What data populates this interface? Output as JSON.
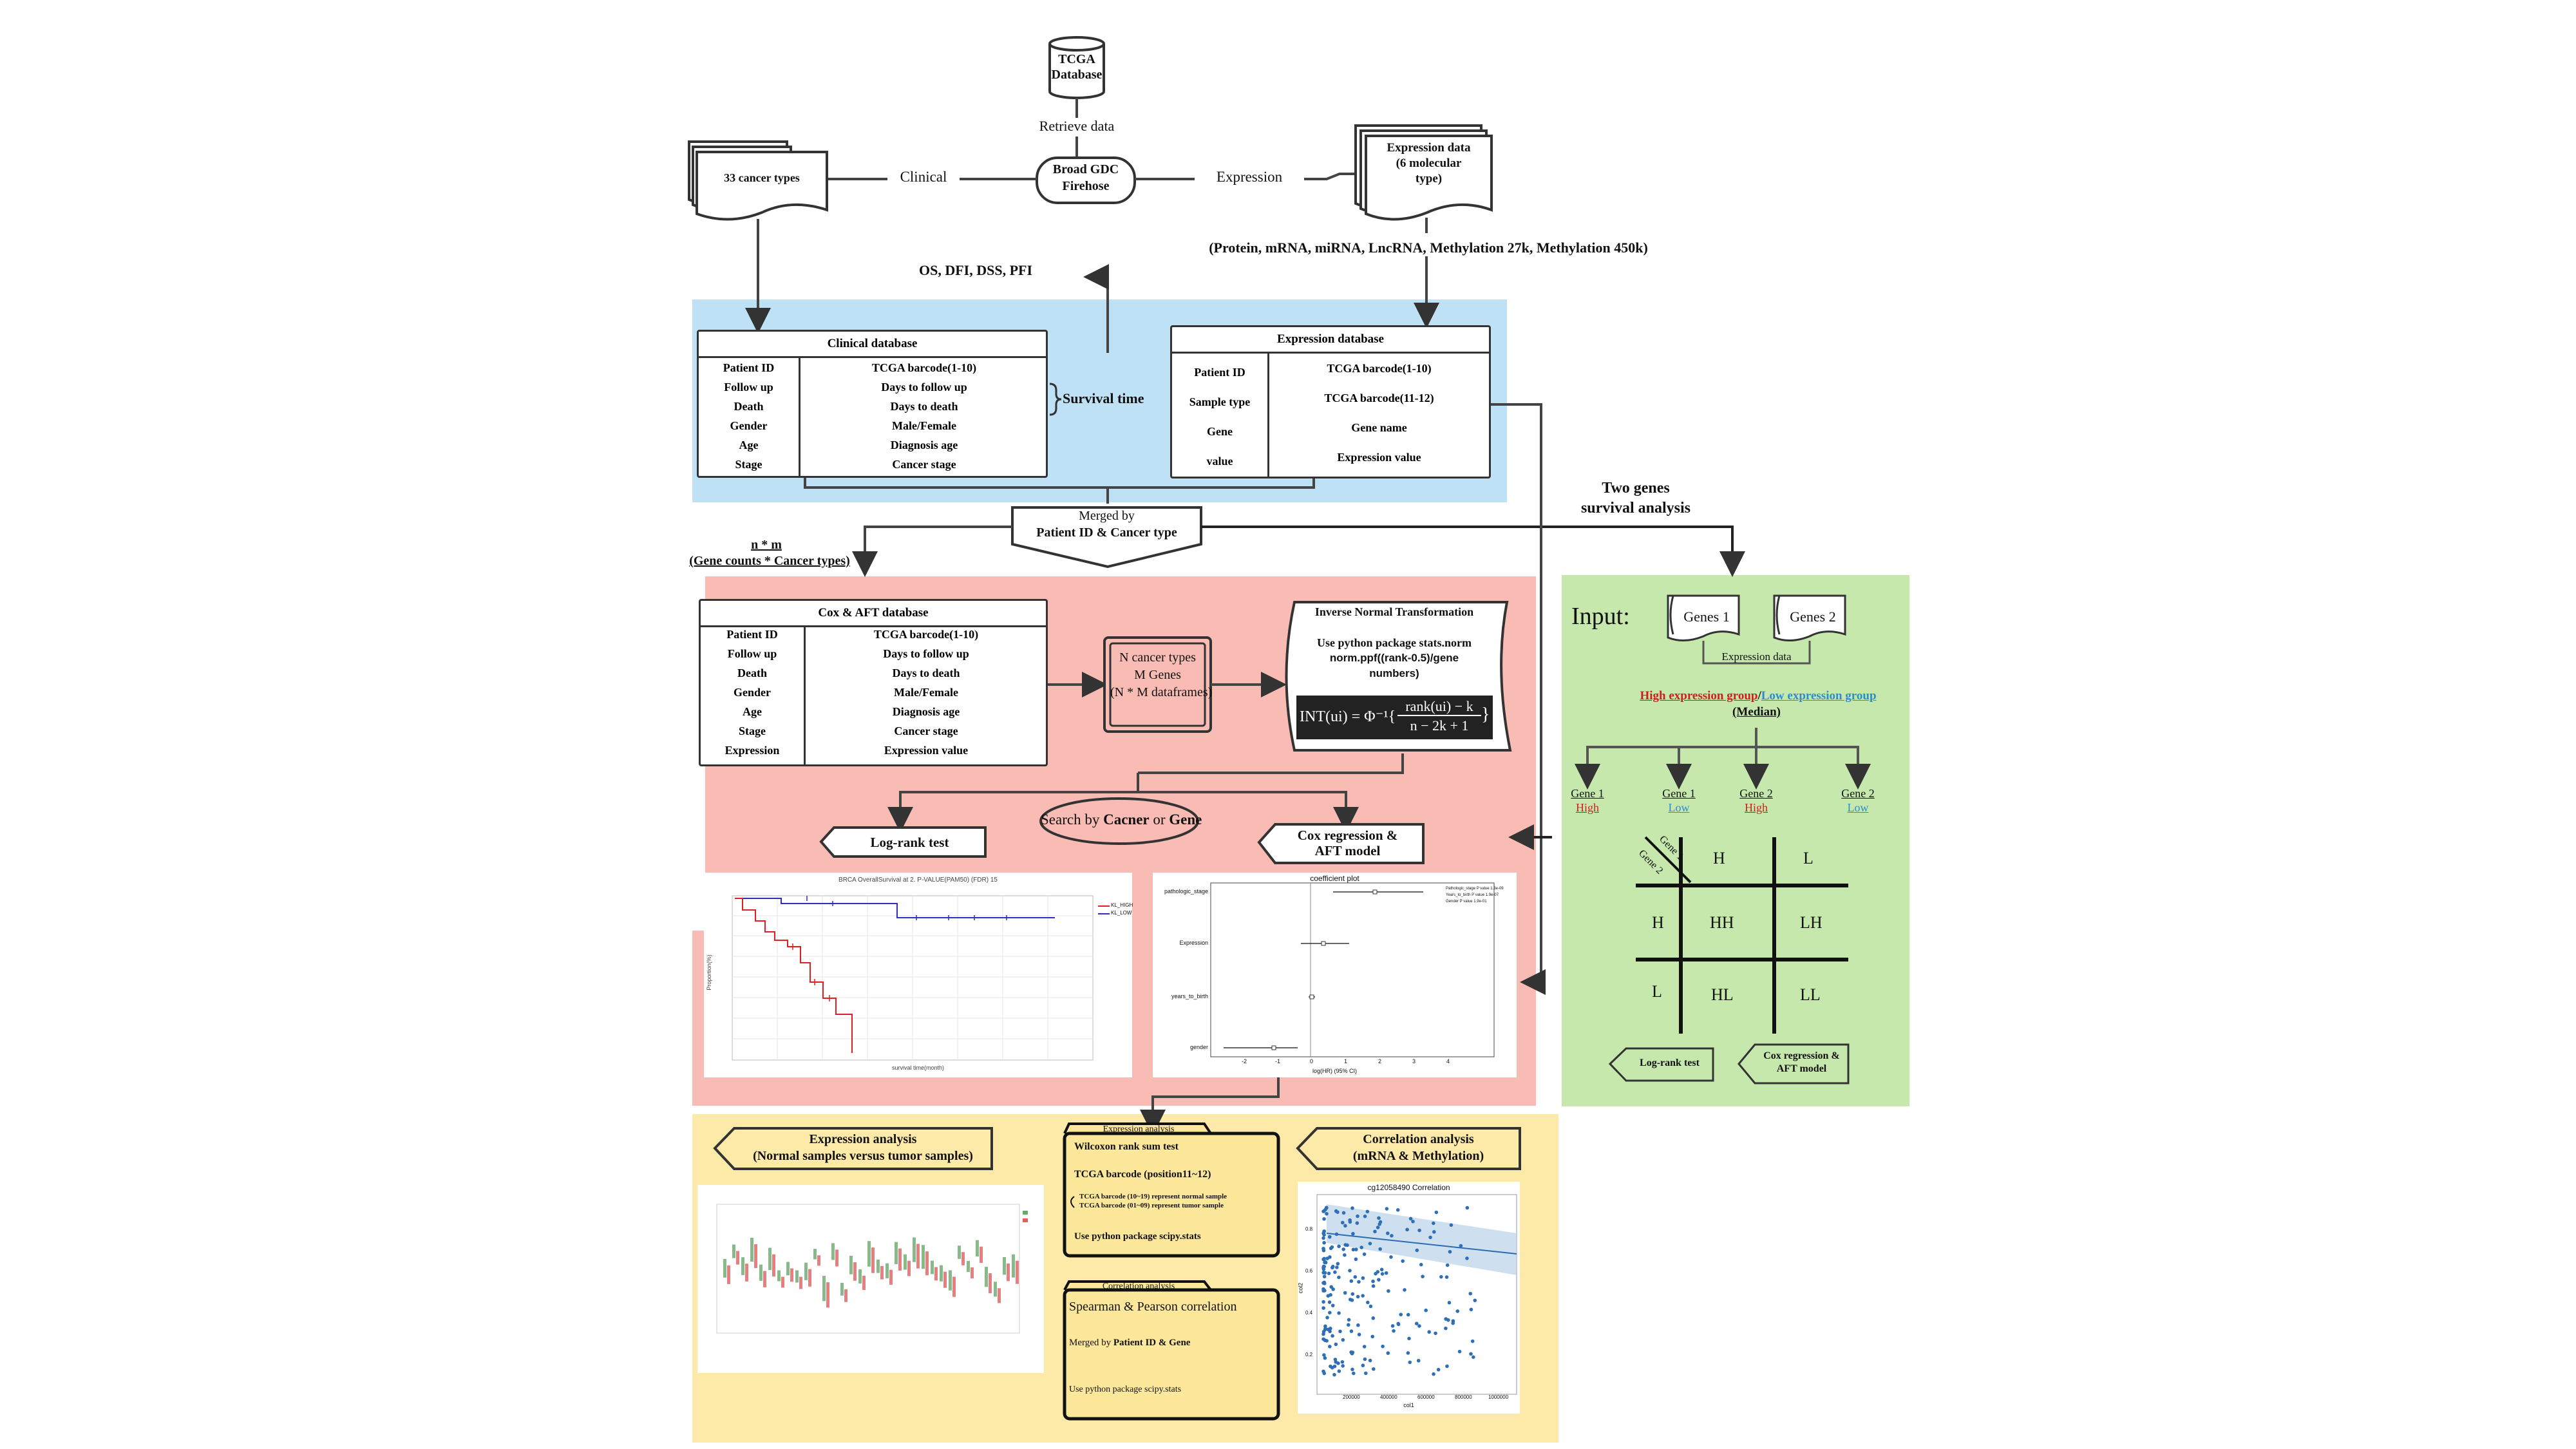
{
  "source": {
    "tcga": "TCGA\nDatabase",
    "retrieve_label": "Retrieve data",
    "firehose": "Broad GDC\nFirehose",
    "clinical_label": "Clinical",
    "expression_label": "Expression",
    "cancer_types": "33 cancer types",
    "expression_data": "Expression data\n(6 molecular\ntype)",
    "molecular_types": "(Protein, mRNA, miRNA, LncRNA, Methylation 27k, Methylation 450k)",
    "survival_endpoints": "OS, DFI, DSS, PFI"
  },
  "clinical_db": {
    "title": "Clinical database",
    "left": [
      "Patient ID",
      "Follow up",
      "Death",
      "Gender",
      "Age",
      "Stage"
    ],
    "right": [
      "TCGA barcode(1-10)",
      "Days to follow up",
      "Days to death",
      "Male/Female",
      "Diagnosis age",
      "Cancer stage"
    ],
    "survival_time": "Survival time"
  },
  "expression_db": {
    "title": "Expression database",
    "left": [
      "Patient ID",
      "Sample type",
      "Gene",
      "value"
    ],
    "right": [
      "TCGA barcode(1-10)",
      "TCGA barcode(11-12)",
      "Gene name",
      "Expression value"
    ]
  },
  "merge": {
    "label": "Merged by",
    "keys": "Patient ID & Cancer type",
    "nm": "n * m",
    "nm_desc": "(Gene counts * Cancer types)"
  },
  "cox_db": {
    "title": "Cox & AFT database",
    "left": [
      "Patient ID",
      "Follow up",
      "Death",
      "Gender",
      "Age",
      "Stage",
      "Expression"
    ],
    "right": [
      "TCGA barcode(1-10)",
      "Days to follow up",
      "Days to death",
      "Male/Female",
      "Diagnosis age",
      "Cancer stage",
      "Expression value"
    ]
  },
  "ncancer": {
    "l1": "N cancer types",
    "l2": "M Genes",
    "l3": "(N * M dataframes)"
  },
  "int_box": {
    "title": "Inverse Normal Transformation",
    "l1": "Use python package stats.norm",
    "l2": "norm.ppf((rank-0.5)/gene",
    "l3": "numbers)",
    "formula_left": "INT(ui) = Φ⁻¹{",
    "formula_num": "rank(ui) − k",
    "formula_den": "n − 2k + 1",
    "formula_right": "}"
  },
  "search": {
    "prefix": "Search by ",
    "cancer": "Cacner",
    "or": " or ",
    "gene": "Gene"
  },
  "logrank": "Log-rank test",
  "cox_reg": "Cox regression &\nAFT model",
  "km_plot": {
    "title": "BRCA OverallSurvival at 2. P-VALUE(PAM50) (FDR) 15",
    "legend": [
      "KL_HIGH",
      "KL_LOW"
    ],
    "xlabel": "survival time(month)",
    "ylabel": "Proportion(%)"
  },
  "coef_plot": {
    "title": "coefficient plot",
    "rows": [
      "pathologic_stage",
      "Expression",
      "years_to_birth",
      "gender"
    ],
    "ticks": [
      "-2",
      "-1",
      "0",
      "1",
      "2",
      "3",
      "4"
    ],
    "xlabel": "log(HR) (95% CI)",
    "annot": [
      "Pathologic_stage P value 1.3e-09",
      "Years_to_birth P value 1.9e-07",
      "Gender P value 1.9e-01"
    ]
  },
  "two_genes": {
    "title1": "Two genes",
    "title2": "survival analysis",
    "input": "Input:",
    "gene1": "Genes 1",
    "gene2": "Genes 2",
    "expr": "Expression data",
    "high": "High expression group",
    "slash": "/",
    "low": "Low expression group",
    "median": "(Median)",
    "branches": [
      {
        "g": "Gene 1",
        "lvl": "High"
      },
      {
        "g": "Gene 1",
        "lvl": "Low"
      },
      {
        "g": "Gene 2",
        "lvl": "High"
      },
      {
        "g": "Gene 2",
        "lvl": "Low"
      }
    ],
    "grid_g1": "Gene 1",
    "grid_g2": "Gene 2",
    "col_h": "H",
    "col_l": "L",
    "row_h": "H",
    "row_l": "L",
    "hh": "HH",
    "lh": "LH",
    "hl": "HL",
    "ll": "LL",
    "logrank": "Log-rank test",
    "cox": "Cox regression &\nAFT model"
  },
  "bottom": {
    "expr_analysis": "Expression analysis\n(Normal samples versus tumor samples)",
    "corr_analysis": "Correlation analysis\n(mRNA & Methylation)",
    "folder1_tab": "Expression analysis",
    "folder1_l1": "Wilcoxon rank sum test",
    "folder1_l2": "TCGA barcode (position11~12)",
    "folder1_l3": "TCGA barcode (10~19) represent normal sample",
    "folder1_l4": "TCGA barcode (01~09) represent tumor sample",
    "folder1_l5": "Use python package scipy.stats",
    "folder2_tab": "Correlation analysis",
    "folder2_l1": "Spearman & Pearson correlation",
    "folder2_l2a": "Merged by ",
    "folder2_l2b": "Patient ID & Gene",
    "folder2_l3": "Use python package scipy.stats",
    "scatter_title": "cg12058490 Correlation",
    "scatter_xlabel": "col1",
    "scatter_ylabel": "col2",
    "scatter_xticks": [
      "200000",
      "400000",
      "600000",
      "800000",
      "1000000"
    ],
    "scatter_yticks": [
      "0.2",
      "0.4",
      "0.6",
      "0.8"
    ]
  },
  "colors": {
    "blue_region": "#bfe1f5",
    "pink_region": "#f9bcb4",
    "green_region": "#c6e8ad",
    "yellow_region": "#fdeaa8",
    "folder": "#fce79a",
    "high": "#d21d1d",
    "low": "#2d8cd2"
  }
}
